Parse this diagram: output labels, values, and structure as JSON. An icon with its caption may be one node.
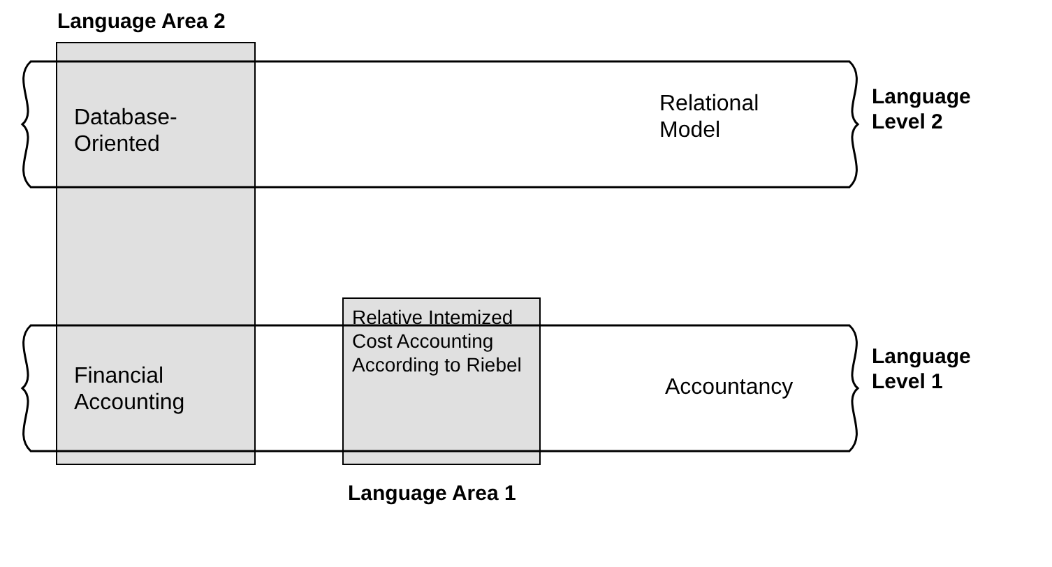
{
  "diagram": {
    "nodes": [
      {
        "text": [
          "Relational Model"
        ],
        "beside": [
          "Language Level 2"
        ]
      },
      {
        "text": [
          "Accountancy"
        ],
        "beside": [
          "Language Level 1"
        ]
      },
      {
        "text": [
          "Language Area 2",
          "Database-Oriented",
          "Financial Accounting"
        ]
      },
      {
        "text": [
          "Relative Intemized Cost Accounting According to Riebel",
          "Language Area 1"
        ]
      }
    ],
    "edges": []
  }
}
